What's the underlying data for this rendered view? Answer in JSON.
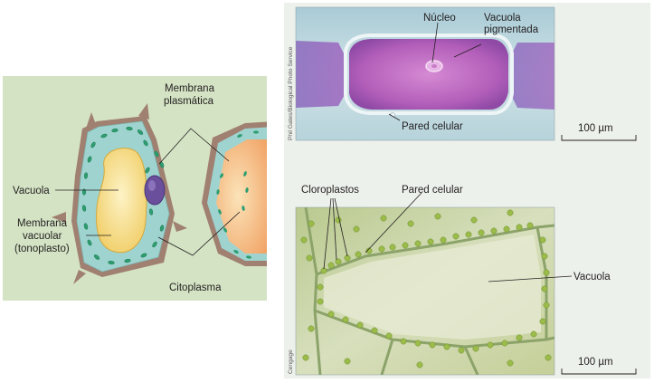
{
  "left_diagram": {
    "labels": {
      "membrana_plasmatica_1": "Membrana",
      "membrana_plasmatica_2": "plasmática",
      "vacuola": "Vacuola",
      "membrana_vacuolar_1": "Membrana",
      "membrana_vacuolar_2": "vacuolar",
      "membrana_vacuolar_3": "(tonoplasto)",
      "citoplasma": "Citoplasma"
    }
  },
  "micrograph_top": {
    "labels": {
      "nucleo": "Núcleo",
      "vacuola_pigmentada_1": "Vacuola",
      "vacuola_pigmentada_2": "pigmentada",
      "pared_celular": "Pared celular"
    },
    "scale_bar": "100 µm",
    "credit": "Phil Gates/Biological Photo Service"
  },
  "micrograph_bottom": {
    "labels": {
      "cloroplastos": "Cloroplastos",
      "pared_celular": "Pared celular",
      "vacuola": "Vacuola"
    },
    "scale_bar": "100 µm",
    "credit": "Cengage"
  },
  "colors": {
    "left_background": "#d4e3c4",
    "cell_wall": "#a08070",
    "cytoplasm": "#9fd3cf",
    "vacuole": "#f5dc84",
    "nucleus": "#6a4f9c",
    "chloroplast": "#2e9e70",
    "pigmented_vacuole": "#b25ab6",
    "micrograph_bg": "#bfd8df",
    "leaf_cell_bg": "#c9d7a6"
  }
}
